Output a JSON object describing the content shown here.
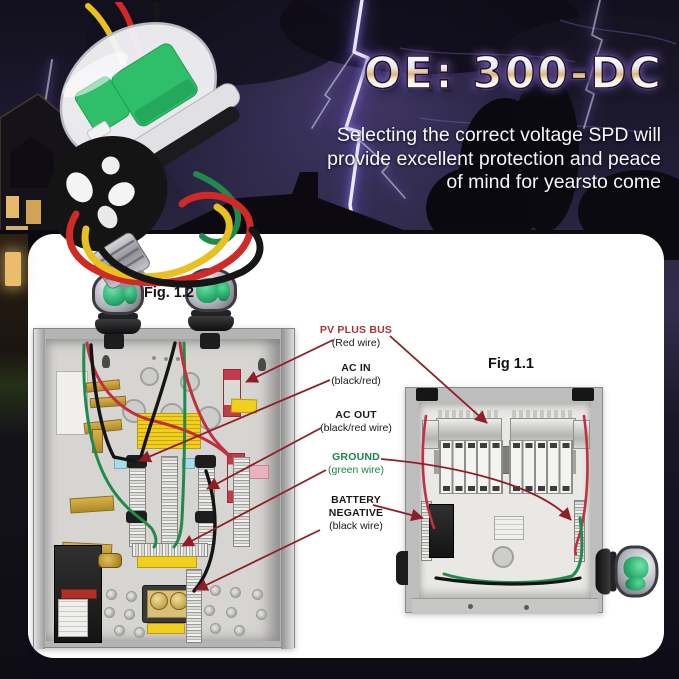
{
  "hero": {
    "model_title": "OE: 300-DC",
    "tagline_lines": [
      "Selecting the correct voltage SPD will",
      "provide excellent protection and peace",
      "of mind for yearsto come"
    ]
  },
  "figures": {
    "fig12_label": "Fig. 1.2",
    "fig11_label": "Fig 1.1"
  },
  "callouts": [
    {
      "title": "PV PLUS BUS",
      "subtitle": "(Red wire)",
      "title_color": "#a93232"
    },
    {
      "title": "AC IN",
      "subtitle": "(black/red)",
      "title_color": "#1a1a1a"
    },
    {
      "title": "AC OUT",
      "subtitle": "(black/red wire)",
      "title_color": "#1a1a1a"
    },
    {
      "title": "GROUND",
      "subtitle": "(green wire)",
      "title_color": "#1e8449"
    },
    {
      "title": "BATTERY NEGATIVE",
      "subtitle": "(black wire)",
      "title_color": "#1a1a1a"
    }
  ],
  "colors": {
    "arrow": "#8e1f26",
    "card_background": "#ffffff",
    "device_green": "#2fbf6b",
    "lightning_glow": "#8d79e0"
  }
}
